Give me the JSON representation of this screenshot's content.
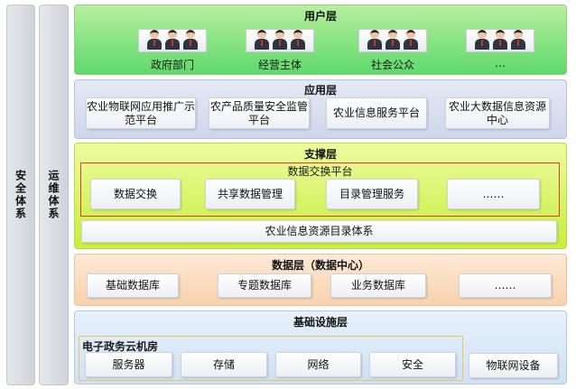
{
  "side_columns": {
    "security": "安全体系",
    "operations": "运维体系"
  },
  "user_layer": {
    "title": "用户层",
    "groups": [
      "政府部门",
      "经营主体",
      "社会公众",
      "…"
    ]
  },
  "application_layer": {
    "title": "应用层",
    "items": [
      "农业物联网应用推广示范平台",
      "农产品质量安全监管平台",
      "农业信息服务平台",
      "农业大数据信息资源中心"
    ]
  },
  "support_layer": {
    "title": "支撑层",
    "exchange_platform": {
      "title": "数据交换平台",
      "items": [
        "数据交换",
        "共享数据管理",
        "目录管理服务",
        "……"
      ]
    },
    "catalog": "农业信息资源目录体系"
  },
  "data_layer": {
    "title": "数据层（数据中心）",
    "items": [
      "基础数据库",
      "专题数据库",
      "业务数据库",
      "……"
    ]
  },
  "infrastructure_layer": {
    "title": "基础设施层",
    "cloud_room": {
      "title": "电子政务云机房",
      "items": [
        "服务器",
        "存储",
        "网络",
        "安全"
      ]
    },
    "iot_devices": "物联网设备"
  }
}
